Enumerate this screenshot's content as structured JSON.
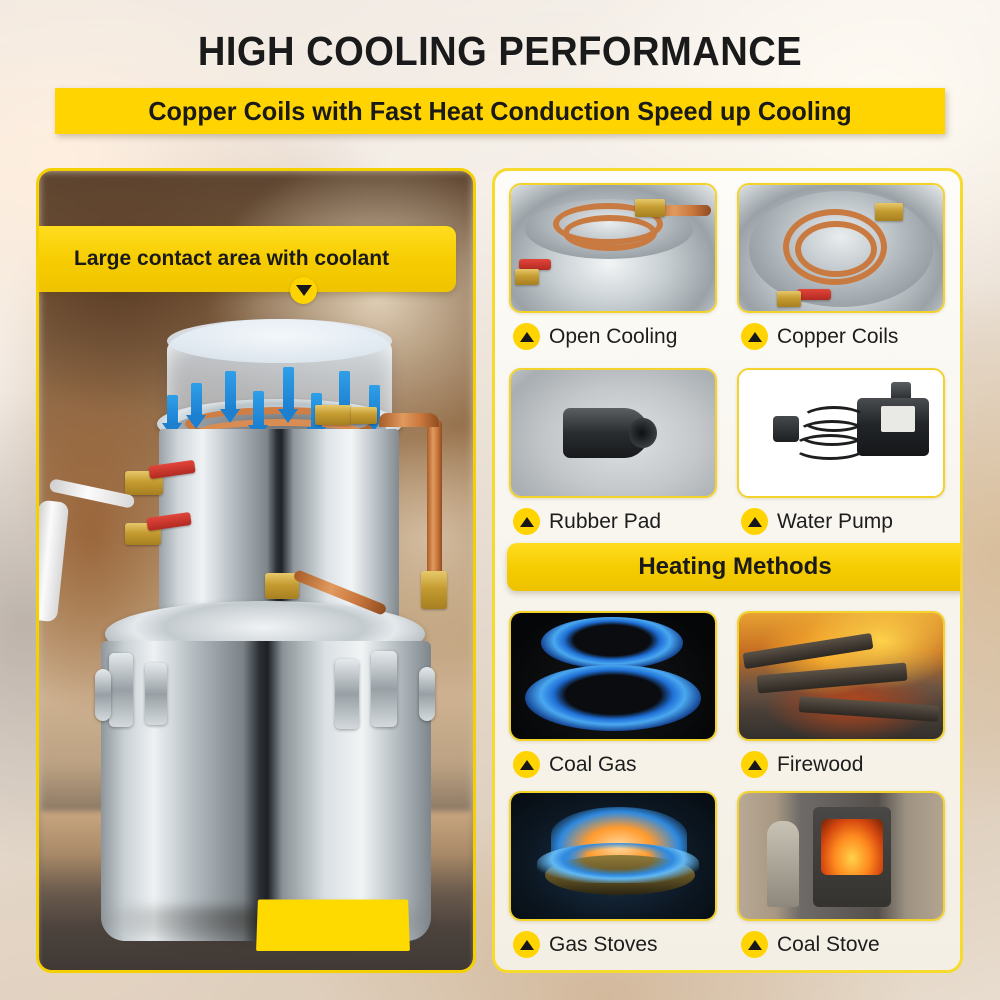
{
  "header": {
    "title": "HIGH COOLING PERFORMANCE",
    "subtitle": "Copper Coils with Fast Heat Conduction Speed up Cooling"
  },
  "colors": {
    "accent_yellow": "#FFD400",
    "banner_yellow": "#F5CB00",
    "border_yellow": "#F3D32B",
    "text_dark": "#1A1A1A",
    "copper": "#C97A40",
    "steel": "#C5CCD0",
    "coolant_blue": "#1C7FD0"
  },
  "left_panel": {
    "callout_label": "Large contact area with coolant",
    "marker_icon": "triangle-down-badge-icon",
    "product_alt": "stainless steel alcohol distiller with copper cooling coils"
  },
  "features": [
    {
      "label": "Open Cooling",
      "badge_icon": "triangle-up-badge-icon",
      "art": "pot-coils"
    },
    {
      "label": "Copper Coils",
      "badge_icon": "triangle-up-badge-icon",
      "art": "coils-topdown"
    },
    {
      "label": "Rubber Pad",
      "badge_icon": "triangle-up-badge-icon",
      "art": "rubber-pad"
    },
    {
      "label": "Water Pump",
      "badge_icon": "triangle-up-badge-icon",
      "art": "water-pump"
    }
  ],
  "heating": {
    "section_title": "Heating Methods",
    "methods": [
      {
        "label": "Coal Gas",
        "badge_icon": "triangle-up-badge-icon",
        "art": "gas-burner-blue"
      },
      {
        "label": "Firewood",
        "badge_icon": "triangle-up-badge-icon",
        "art": "firewood-flames"
      },
      {
        "label": "Gas Stoves",
        "badge_icon": "triangle-up-badge-icon",
        "art": "gas-stove-flame"
      },
      {
        "label": "Coal Stove",
        "badge_icon": "triangle-up-badge-icon",
        "art": "coal-stove"
      }
    ]
  }
}
